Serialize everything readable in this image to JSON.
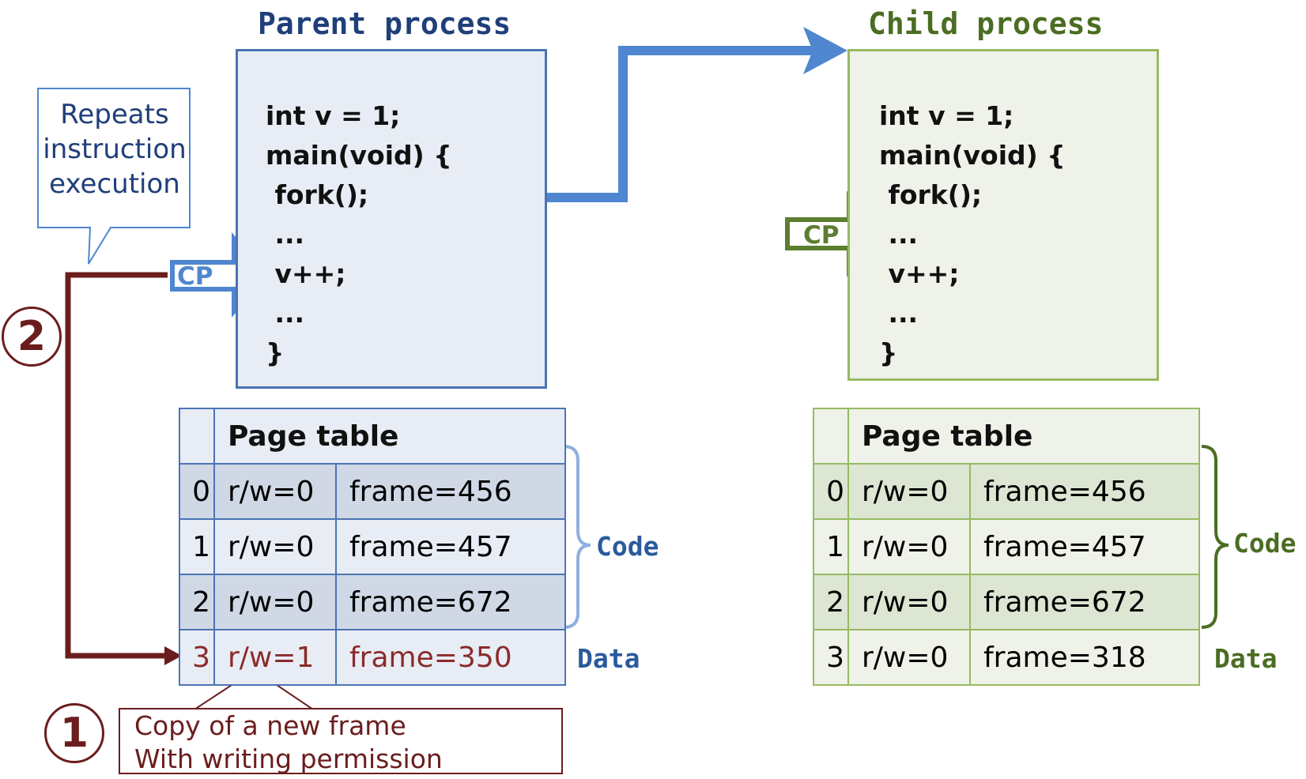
{
  "parent": {
    "title": "Parent process",
    "code": [
      "int v = 1;",
      "main(void) {",
      " fork();",
      " ...",
      " v++;",
      " ...",
      "}"
    ],
    "cp_label": "CP",
    "page_table": {
      "header": "Page table",
      "rows": [
        {
          "index": "0",
          "rw": "r/w=0",
          "frame": "frame=456"
        },
        {
          "index": "1",
          "rw": "r/w=0",
          "frame": "frame=457"
        },
        {
          "index": "2",
          "rw": "r/w=0",
          "frame": "frame=672"
        },
        {
          "index": "3",
          "rw": "r/w=1",
          "frame": "frame=350"
        }
      ]
    },
    "code_label": "Code",
    "data_label": "Data"
  },
  "child": {
    "title": "Child process",
    "code": [
      "int v = 1;",
      "main(void) {",
      " fork();",
      " ...",
      " v++;",
      " ...",
      "}"
    ],
    "cp_label": "CP",
    "page_table": {
      "header": "Page table",
      "rows": [
        {
          "index": "0",
          "rw": "r/w=0",
          "frame": "frame=456"
        },
        {
          "index": "1",
          "rw": "r/w=0",
          "frame": "frame=457"
        },
        {
          "index": "2",
          "rw": "r/w=0",
          "frame": "frame=672"
        },
        {
          "index": "3",
          "rw": "r/w=0",
          "frame": "frame=318"
        }
      ]
    },
    "code_label": "Code",
    "data_label": "Data"
  },
  "callout": {
    "lines": [
      "Repeats",
      "instruction",
      "execution"
    ]
  },
  "step1": {
    "number": "1",
    "lines": [
      "Copy of a new frame",
      "With writing permission"
    ]
  },
  "step2": {
    "number": "2"
  },
  "colors": {
    "parent_fill": "#e8edf5",
    "parent_border": "#4a74b4",
    "parent_shade": "#d0d8e6",
    "child_fill": "#eef2e8",
    "child_border": "#97ba62",
    "child_shade": "#dce6d2",
    "arrow_blue": "#4f86cf",
    "arrow_green": "#5b7e2f",
    "dark_red": "#6b1d1d",
    "code_blue": "#2a5a9c",
    "code_green": "#4b6d22"
  }
}
